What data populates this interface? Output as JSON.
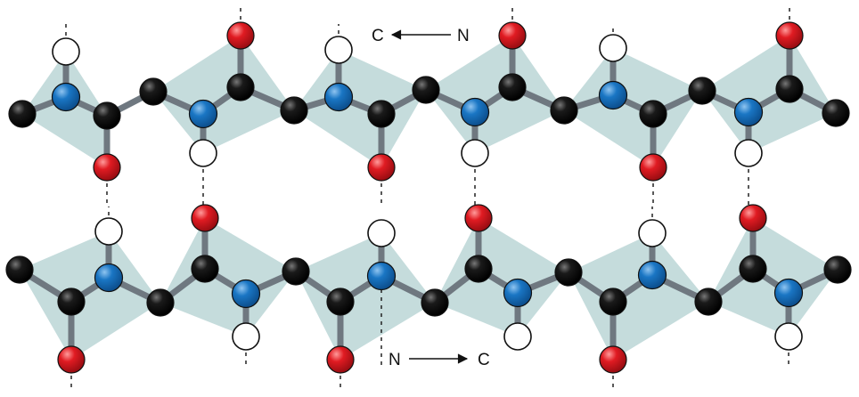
{
  "labels": {
    "top_left": "C",
    "top_right": "N",
    "bottom_left": "N",
    "bottom_right": "C"
  },
  "colors": {
    "background": "#ffffff",
    "plane": "#c5dcdc",
    "bond": "#6f7880",
    "carbon": "#0a0a0a",
    "nitrogen": "#1a76c4",
    "oxygen": "#e01b22",
    "hydrogen": "#ffffff",
    "atom_outline": "#111111"
  }
}
